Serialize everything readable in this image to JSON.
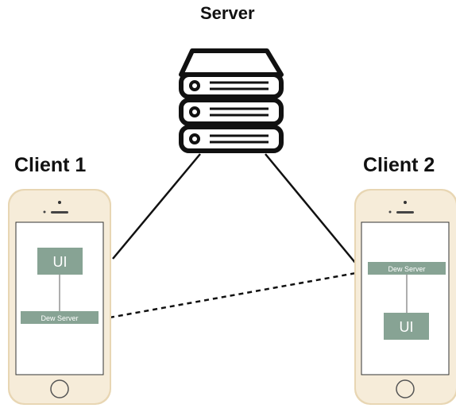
{
  "server": {
    "label": "Server",
    "icon": "server-rack-icon"
  },
  "clients": [
    {
      "label": "Client 1",
      "ui_label": "UI",
      "dew_label": "Dew Server"
    },
    {
      "label": "Client 2",
      "ui_label": "UI",
      "dew_label": "Dew Server"
    }
  ],
  "colors": {
    "node_fill": "#87a394",
    "phone_body": "#f6ecd9",
    "phone_edge": "#e2cfa8",
    "line": "#111111"
  }
}
